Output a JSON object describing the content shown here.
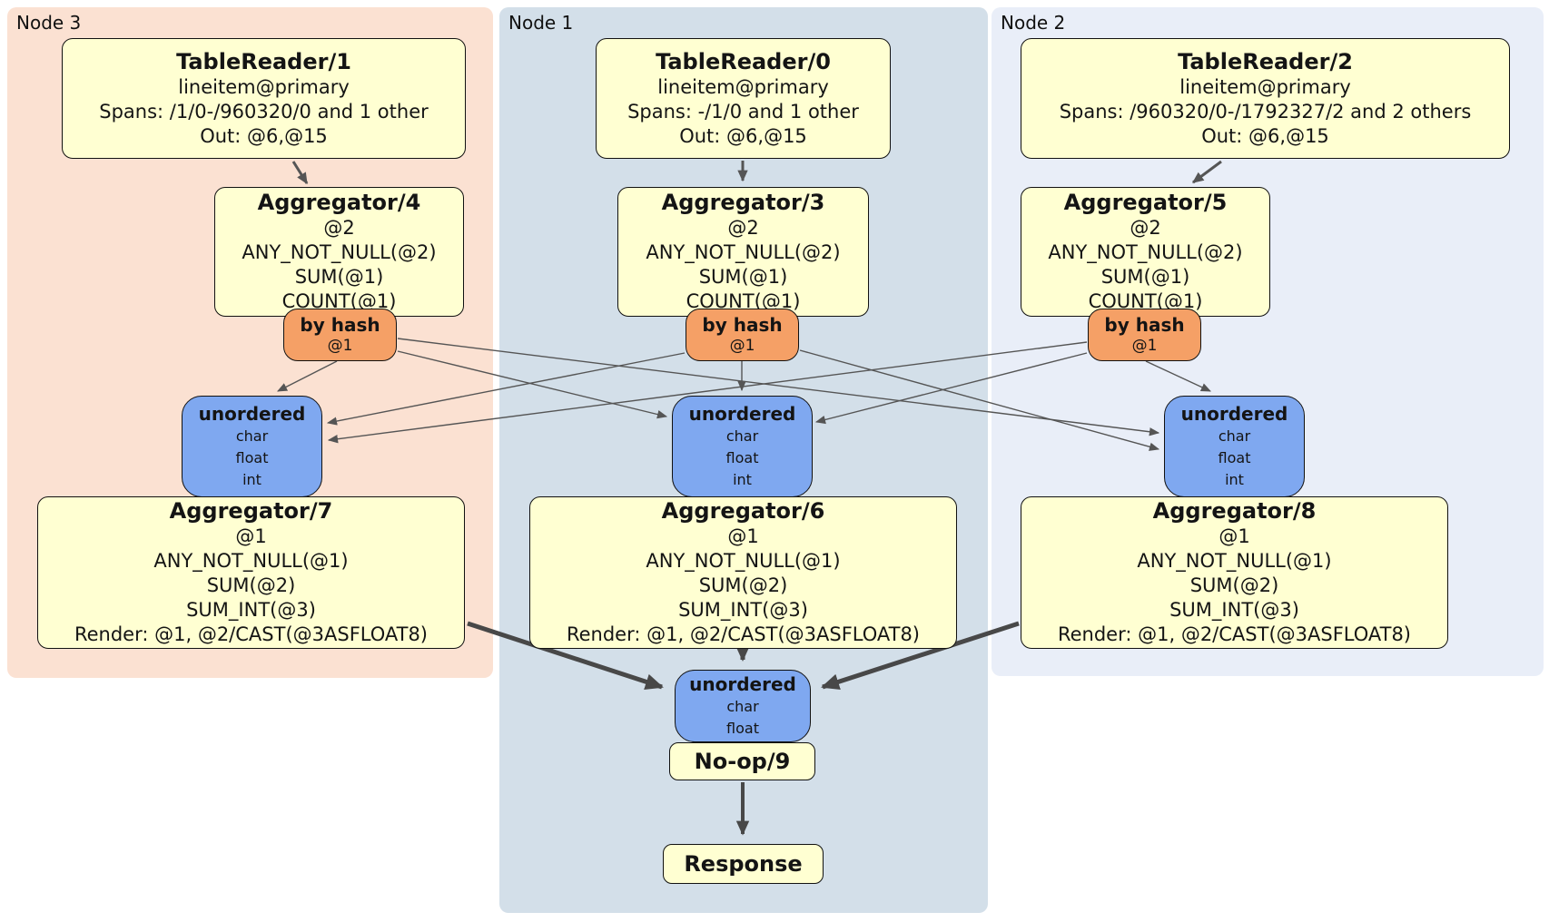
{
  "colors": {
    "panel-node3": "#fbe1d2",
    "panel-node1": "#d3dfe9",
    "panel-node2": "#e9eef8",
    "box-yellow": "#ffffd2",
    "router-orange": "#f5a066",
    "stream-blue": "#7fa8f0",
    "edge-thin": "#555555",
    "edge-thick": "#484848"
  },
  "diagram": {
    "nodes": {
      "node3": {
        "label": "Node 3",
        "table_reader": {
          "title": "TableReader/1",
          "index": "lineitem@primary",
          "spans": "Spans: /1/0-/960320/0 and 1 other",
          "out": "Out: @6,@15"
        },
        "aggregator_top": {
          "title": "Aggregator/4",
          "group_cols": "@2",
          "exprs": [
            "ANY_NOT_NULL(@2)",
            "SUM(@1)",
            "COUNT(@1)"
          ]
        },
        "router": {
          "title": "by hash",
          "cols": "@1"
        },
        "stream": {
          "title": "unordered",
          "types": [
            "char",
            "float",
            "int"
          ]
        },
        "aggregator_bottom": {
          "title": "Aggregator/7",
          "group_cols": "@1",
          "exprs": [
            "ANY_NOT_NULL(@1)",
            "SUM(@2)",
            "SUM_INT(@3)"
          ],
          "render": "Render: @1, @2/CAST(@3ASFLOAT8)"
        }
      },
      "node1": {
        "label": "Node 1",
        "table_reader": {
          "title": "TableReader/0",
          "index": "lineitem@primary",
          "spans": "Spans: -/1/0 and 1 other",
          "out": "Out: @6,@15"
        },
        "aggregator_top": {
          "title": "Aggregator/3",
          "group_cols": "@2",
          "exprs": [
            "ANY_NOT_NULL(@2)",
            "SUM(@1)",
            "COUNT(@1)"
          ]
        },
        "router": {
          "title": "by hash",
          "cols": "@1"
        },
        "stream": {
          "title": "unordered",
          "types": [
            "char",
            "float",
            "int"
          ]
        },
        "aggregator_bottom": {
          "title": "Aggregator/6",
          "group_cols": "@1",
          "exprs": [
            "ANY_NOT_NULL(@1)",
            "SUM(@2)",
            "SUM_INT(@3)"
          ],
          "render": "Render: @1, @2/CAST(@3ASFLOAT8)"
        }
      },
      "node2": {
        "label": "Node 2",
        "table_reader": {
          "title": "TableReader/2",
          "index": "lineitem@primary",
          "spans": "Spans: /960320/0-/1792327/2 and 2 others",
          "out": "Out: @6,@15"
        },
        "aggregator_top": {
          "title": "Aggregator/5",
          "group_cols": "@2",
          "exprs": [
            "ANY_NOT_NULL(@2)",
            "SUM(@1)",
            "COUNT(@1)"
          ]
        },
        "router": {
          "title": "by hash",
          "cols": "@1"
        },
        "stream": {
          "title": "unordered",
          "types": [
            "char",
            "float",
            "int"
          ]
        },
        "aggregator_bottom": {
          "title": "Aggregator/8",
          "group_cols": "@1",
          "exprs": [
            "ANY_NOT_NULL(@1)",
            "SUM(@2)",
            "SUM_INT(@3)"
          ],
          "render": "Render: @1, @2/CAST(@3ASFLOAT8)"
        }
      }
    },
    "final": {
      "stream": {
        "title": "unordered",
        "types": [
          "char",
          "float"
        ]
      },
      "noop": "No-op/9",
      "response": "Response"
    }
  }
}
